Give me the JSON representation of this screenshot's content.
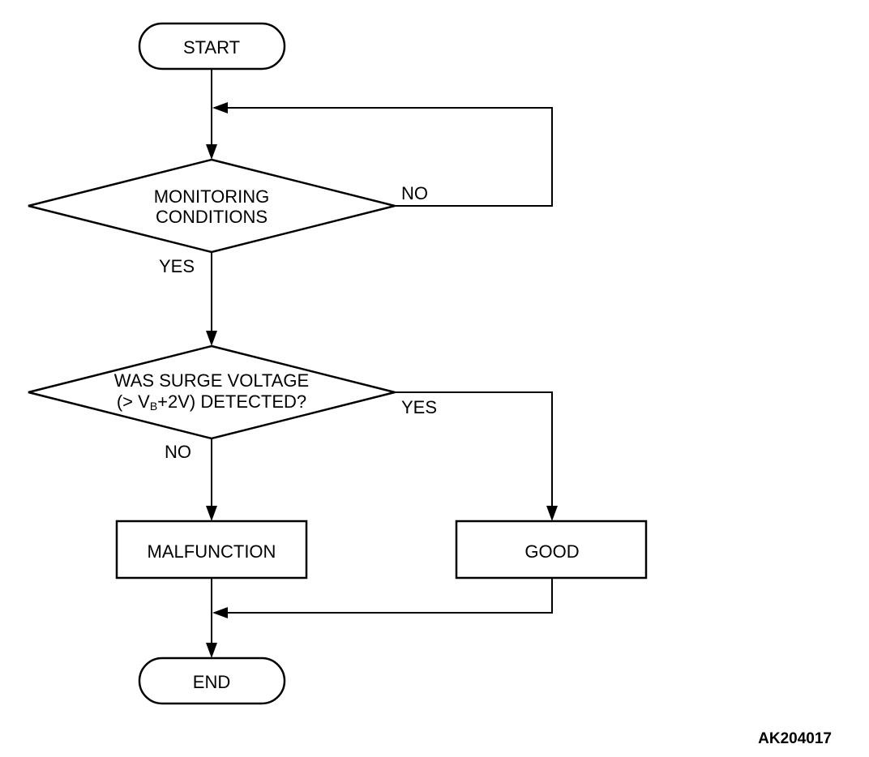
{
  "nodes": {
    "start": "START",
    "monitoring_line1": "MONITORING",
    "monitoring_line2": "CONDITIONS",
    "surge_line1": "WAS SURGE VOLTAGE",
    "surge_line2_a": "(> V",
    "surge_line2_sub": "B",
    "surge_line2_b": "+2V) DETECTED?",
    "malfunction": "MALFUNCTION",
    "good": "GOOD",
    "end": "END"
  },
  "edge_labels": {
    "monitoring_no": "NO",
    "monitoring_yes": "YES",
    "surge_yes": "YES",
    "surge_no": "NO"
  },
  "figure_code": "AK204017"
}
